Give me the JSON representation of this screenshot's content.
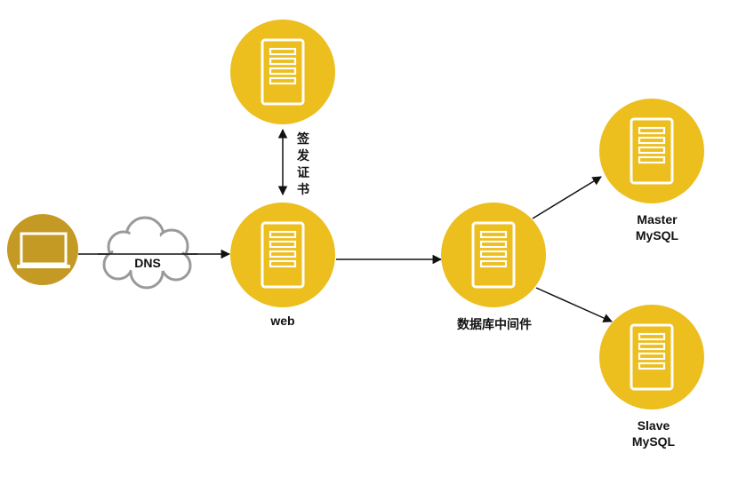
{
  "colors": {
    "server_fill": "#ECBE1E",
    "server_rect": "#ECBE1E",
    "server_lines": "#ffffff",
    "laptop_fill": "#C49A24",
    "line": "#111111",
    "cloud_stroke": "#9a9a9a"
  },
  "nodes": {
    "client": {
      "icon": "laptop-icon"
    },
    "dns": {
      "label": "DNS",
      "icon": "cloud-icon"
    },
    "cert_server": {
      "icon": "server-icon"
    },
    "web": {
      "label": "web",
      "icon": "server-icon"
    },
    "middleware": {
      "label": "数据库中间件",
      "icon": "server-icon"
    },
    "master": {
      "label_line1": "Master",
      "label_line2": "MySQL",
      "icon": "server-icon"
    },
    "slave": {
      "label_line1": "Slave",
      "label_line2": "MySQL",
      "icon": "server-icon"
    }
  },
  "edges": {
    "cert": {
      "label_chars": [
        "签",
        "发",
        "证",
        "书"
      ]
    }
  }
}
